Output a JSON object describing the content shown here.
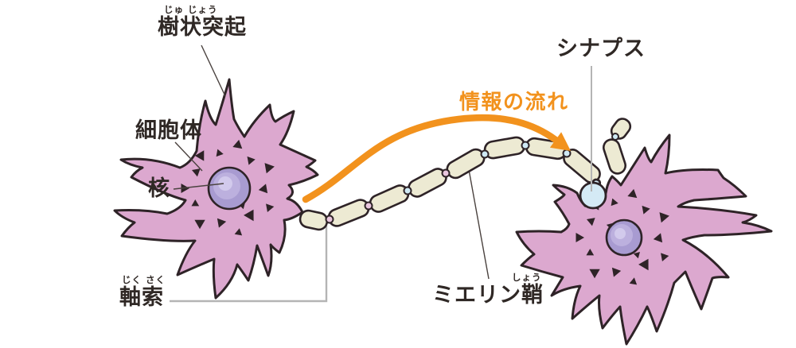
{
  "labels": {
    "dendrite": {
      "text": "樹状突起",
      "furigana": "じゅ じょう"
    },
    "cell_body": {
      "text": "細胞体"
    },
    "nucleus": {
      "text": "核"
    },
    "axon": {
      "text": "軸索",
      "furigana": "じく さく"
    },
    "myelin": {
      "text": "ミエリン鞘",
      "furigana": "しょう"
    },
    "synapse": {
      "text": "シナプス"
    },
    "flow": {
      "text": "情報の流れ"
    }
  },
  "colors": {
    "neuron": "#dca8cf",
    "outline": "#2e2327",
    "nucleus_outer": "#a89bd1",
    "nucleus_mid": "#bcb0de",
    "nucleus_core": "#d2caec",
    "myelin": "#edead3",
    "synapse": "#d4eaf5",
    "node_pink": "#e9c6de",
    "node_blue": "#cfe9f4",
    "arrow": "#f2921d",
    "text": "#2f2825",
    "leader_dark": "#4a423f",
    "leader_gray": "#b4b4b4"
  }
}
